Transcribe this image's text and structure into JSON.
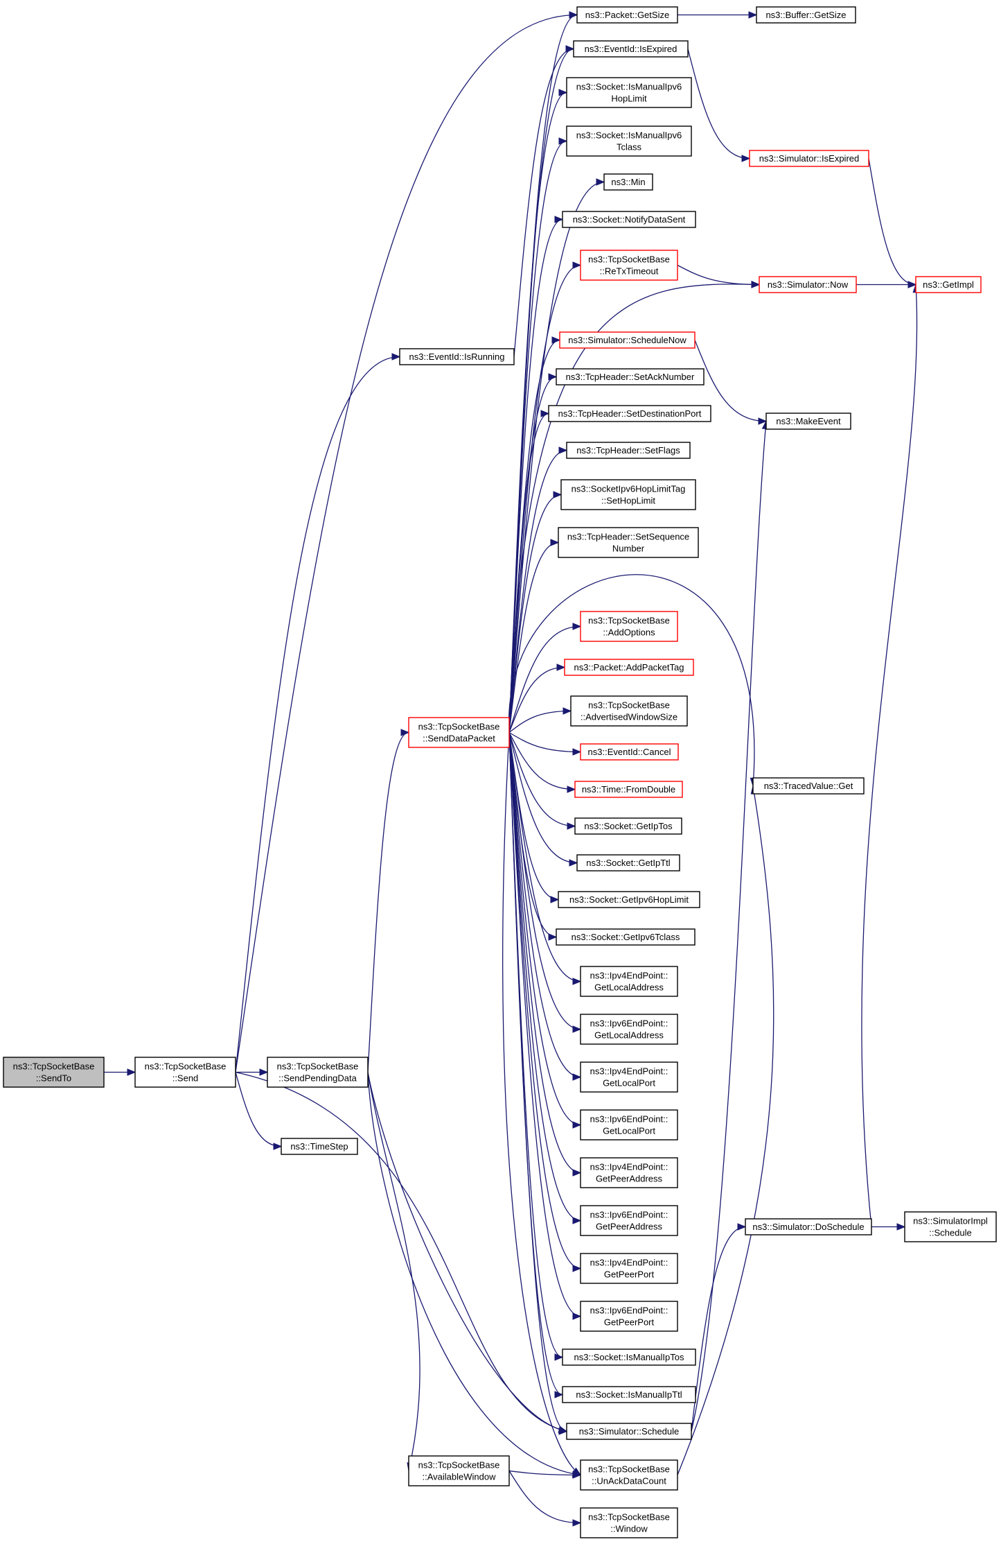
{
  "colors": {
    "background": "#ffffff",
    "edge": "#191970",
    "border_normal": "#000000",
    "border_truncated": "#ff0000",
    "fill_root": "#bfbfbf",
    "fill_normal": "#ffffff"
  },
  "nodes": [
    {
      "id": "sendto",
      "style": "root",
      "lines": [
        "ns3::TcpSocketBase",
        "::SendTo"
      ]
    },
    {
      "id": "send",
      "style": "normal",
      "lines": [
        "ns3::TcpSocketBase",
        "::Send"
      ]
    },
    {
      "id": "sendpending",
      "style": "normal",
      "lines": [
        "ns3::TcpSocketBase",
        "::SendPendingData"
      ]
    },
    {
      "id": "timestep",
      "style": "normal",
      "lines": [
        "ns3::TimeStep"
      ]
    },
    {
      "id": "isrunning",
      "style": "normal",
      "lines": [
        "ns3::EventId::IsRunning"
      ]
    },
    {
      "id": "senddata",
      "style": "truncated",
      "lines": [
        "ns3::TcpSocketBase",
        "::SendDataPacket"
      ]
    },
    {
      "id": "availwin",
      "style": "normal",
      "lines": [
        "ns3::TcpSocketBase",
        "::AvailableWindow"
      ]
    },
    {
      "id": "getsize",
      "style": "normal",
      "lines": [
        "ns3::Packet::GetSize"
      ]
    },
    {
      "id": "isexpired",
      "style": "normal",
      "lines": [
        "ns3::EventId::IsExpired"
      ]
    },
    {
      "id": "ismanv6hop",
      "style": "normal",
      "lines": [
        "ns3::Socket::IsManualIpv6",
        "HopLimit"
      ]
    },
    {
      "id": "ismanv6tc",
      "style": "normal",
      "lines": [
        "ns3::Socket::IsManualIpv6",
        "Tclass"
      ]
    },
    {
      "id": "min",
      "style": "normal",
      "lines": [
        "ns3::Min"
      ]
    },
    {
      "id": "notifysent",
      "style": "normal",
      "lines": [
        "ns3::Socket::NotifyDataSent"
      ]
    },
    {
      "id": "retx",
      "style": "truncated",
      "lines": [
        "ns3::TcpSocketBase",
        "::ReTxTimeout"
      ]
    },
    {
      "id": "schednow",
      "style": "truncated",
      "lines": [
        "ns3::Simulator::ScheduleNow"
      ]
    },
    {
      "id": "setack",
      "style": "normal",
      "lines": [
        "ns3::TcpHeader::SetAckNumber"
      ]
    },
    {
      "id": "setdst",
      "style": "normal",
      "lines": [
        "ns3::TcpHeader::SetDestinationPort"
      ]
    },
    {
      "id": "setflags",
      "style": "normal",
      "lines": [
        "ns3::TcpHeader::SetFlags"
      ]
    },
    {
      "id": "sethop",
      "style": "normal",
      "lines": [
        "ns3::SocketIpv6HopLimitTag",
        "::SetHopLimit"
      ]
    },
    {
      "id": "setseq",
      "style": "normal",
      "lines": [
        "ns3::TcpHeader::SetSequence",
        "Number"
      ]
    },
    {
      "id": "addopts",
      "style": "truncated",
      "lines": [
        "ns3::TcpSocketBase",
        "::AddOptions"
      ]
    },
    {
      "id": "addtag",
      "style": "truncated",
      "lines": [
        "ns3::Packet::AddPacketTag"
      ]
    },
    {
      "id": "advwin",
      "style": "normal",
      "lines": [
        "ns3::TcpSocketBase",
        "::AdvertisedWindowSize"
      ]
    },
    {
      "id": "cancel",
      "style": "truncated",
      "lines": [
        "ns3::EventId::Cancel"
      ]
    },
    {
      "id": "fromdouble",
      "style": "truncated",
      "lines": [
        "ns3::Time::FromDouble"
      ]
    },
    {
      "id": "getiptos",
      "style": "normal",
      "lines": [
        "ns3::Socket::GetIpTos"
      ]
    },
    {
      "id": "getipttl",
      "style": "normal",
      "lines": [
        "ns3::Socket::GetIpTtl"
      ]
    },
    {
      "id": "getv6hop",
      "style": "normal",
      "lines": [
        "ns3::Socket::GetIpv6HopLimit"
      ]
    },
    {
      "id": "getv6tc",
      "style": "normal",
      "lines": [
        "ns3::Socket::GetIpv6Tclass"
      ]
    },
    {
      "id": "v4locaddr",
      "style": "normal",
      "lines": [
        "ns3::Ipv4EndPoint::",
        "GetLocalAddress"
      ]
    },
    {
      "id": "v6locaddr",
      "style": "normal",
      "lines": [
        "ns3::Ipv6EndPoint::",
        "GetLocalAddress"
      ]
    },
    {
      "id": "v4locport",
      "style": "normal",
      "lines": [
        "ns3::Ipv4EndPoint::",
        "GetLocalPort"
      ]
    },
    {
      "id": "v6locport",
      "style": "normal",
      "lines": [
        "ns3::Ipv6EndPoint::",
        "GetLocalPort"
      ]
    },
    {
      "id": "v4peeraddr",
      "style": "normal",
      "lines": [
        "ns3::Ipv4EndPoint::",
        "GetPeerAddress"
      ]
    },
    {
      "id": "v6peeraddr",
      "style": "normal",
      "lines": [
        "ns3::Ipv6EndPoint::",
        "GetPeerAddress"
      ]
    },
    {
      "id": "v4peerport",
      "style": "normal",
      "lines": [
        "ns3::Ipv4EndPoint::",
        "GetPeerPort"
      ]
    },
    {
      "id": "v6peerport",
      "style": "normal",
      "lines": [
        "ns3::Ipv6EndPoint::",
        "GetPeerPort"
      ]
    },
    {
      "id": "ismaniptos",
      "style": "normal",
      "lines": [
        "ns3::Socket::IsManualIpTos"
      ]
    },
    {
      "id": "ismanipttl",
      "style": "normal",
      "lines": [
        "ns3::Socket::IsManualIpTtl"
      ]
    },
    {
      "id": "schedule",
      "style": "normal",
      "lines": [
        "ns3::Simulator::Schedule"
      ]
    },
    {
      "id": "unack",
      "style": "normal",
      "lines": [
        "ns3::TcpSocketBase",
        "::UnAckDataCount"
      ]
    },
    {
      "id": "window",
      "style": "normal",
      "lines": [
        "ns3::TcpSocketBase",
        "::Window"
      ]
    },
    {
      "id": "bufgetsize",
      "style": "normal",
      "lines": [
        "ns3::Buffer::GetSize"
      ]
    },
    {
      "id": "simisexp",
      "style": "truncated",
      "lines": [
        "ns3::Simulator::IsExpired"
      ]
    },
    {
      "id": "simnow",
      "style": "truncated",
      "lines": [
        "ns3::Simulator::Now"
      ]
    },
    {
      "id": "makeevent",
      "style": "normal",
      "lines": [
        "ns3::MakeEvent"
      ]
    },
    {
      "id": "tracedget",
      "style": "normal",
      "lines": [
        "ns3::TracedValue::Get"
      ]
    },
    {
      "id": "doschedule",
      "style": "normal",
      "lines": [
        "ns3::Simulator::DoSchedule"
      ]
    },
    {
      "id": "getimpl",
      "style": "truncated",
      "lines": [
        "ns3::GetImpl"
      ]
    },
    {
      "id": "implsched",
      "style": "normal",
      "lines": [
        "ns3::SimulatorImpl",
        "::Schedule"
      ]
    }
  ],
  "edges": [
    [
      "sendto",
      "send"
    ],
    [
      "send",
      "sendpending"
    ],
    [
      "send",
      "timestep"
    ],
    [
      "send",
      "isrunning"
    ],
    [
      "send",
      "getsize"
    ],
    [
      "send",
      "schedule"
    ],
    [
      "sendpending",
      "senddata"
    ],
    [
      "sendpending",
      "availwin"
    ],
    [
      "sendpending",
      "unack"
    ],
    [
      "sendpending",
      "schedule"
    ],
    [
      "isrunning",
      "isexpired"
    ],
    [
      "senddata",
      "getsize"
    ],
    [
      "senddata",
      "isexpired"
    ],
    [
      "senddata",
      "ismanv6hop"
    ],
    [
      "senddata",
      "ismanv6tc"
    ],
    [
      "senddata",
      "min"
    ],
    [
      "senddata",
      "notifysent"
    ],
    [
      "senddata",
      "retx"
    ],
    [
      "senddata",
      "simnow"
    ],
    [
      "senddata",
      "schednow"
    ],
    [
      "senddata",
      "setack"
    ],
    [
      "senddata",
      "setdst"
    ],
    [
      "senddata",
      "setflags"
    ],
    [
      "senddata",
      "sethop"
    ],
    [
      "senddata",
      "setseq"
    ],
    [
      "senddata",
      "tracedget"
    ],
    [
      "senddata",
      "addopts"
    ],
    [
      "senddata",
      "addtag"
    ],
    [
      "senddata",
      "advwin"
    ],
    [
      "senddata",
      "cancel"
    ],
    [
      "senddata",
      "fromdouble"
    ],
    [
      "senddata",
      "getiptos"
    ],
    [
      "senddata",
      "getipttl"
    ],
    [
      "senddata",
      "getv6hop"
    ],
    [
      "senddata",
      "getv6tc"
    ],
    [
      "senddata",
      "v4locaddr"
    ],
    [
      "senddata",
      "v6locaddr"
    ],
    [
      "senddata",
      "v4locport"
    ],
    [
      "senddata",
      "v6locport"
    ],
    [
      "senddata",
      "v4peeraddr"
    ],
    [
      "senddata",
      "v6peeraddr"
    ],
    [
      "senddata",
      "v4peerport"
    ],
    [
      "senddata",
      "v6peerport"
    ],
    [
      "senddata",
      "ismaniptos"
    ],
    [
      "senddata",
      "ismanipttl"
    ],
    [
      "senddata",
      "schedule"
    ],
    [
      "senddata",
      "unack"
    ],
    [
      "availwin",
      "unack"
    ],
    [
      "availwin",
      "window"
    ],
    [
      "getsize",
      "bufgetsize"
    ],
    [
      "isexpired",
      "simisexp"
    ],
    [
      "retx",
      "simnow"
    ],
    [
      "schednow",
      "makeevent"
    ],
    [
      "simisexp",
      "getimpl"
    ],
    [
      "simnow",
      "getimpl"
    ],
    [
      "schedule",
      "makeevent"
    ],
    [
      "schedule",
      "doschedule"
    ],
    [
      "unack",
      "tracedget"
    ],
    [
      "doschedule",
      "getimpl"
    ],
    [
      "doschedule",
      "implsched"
    ]
  ]
}
